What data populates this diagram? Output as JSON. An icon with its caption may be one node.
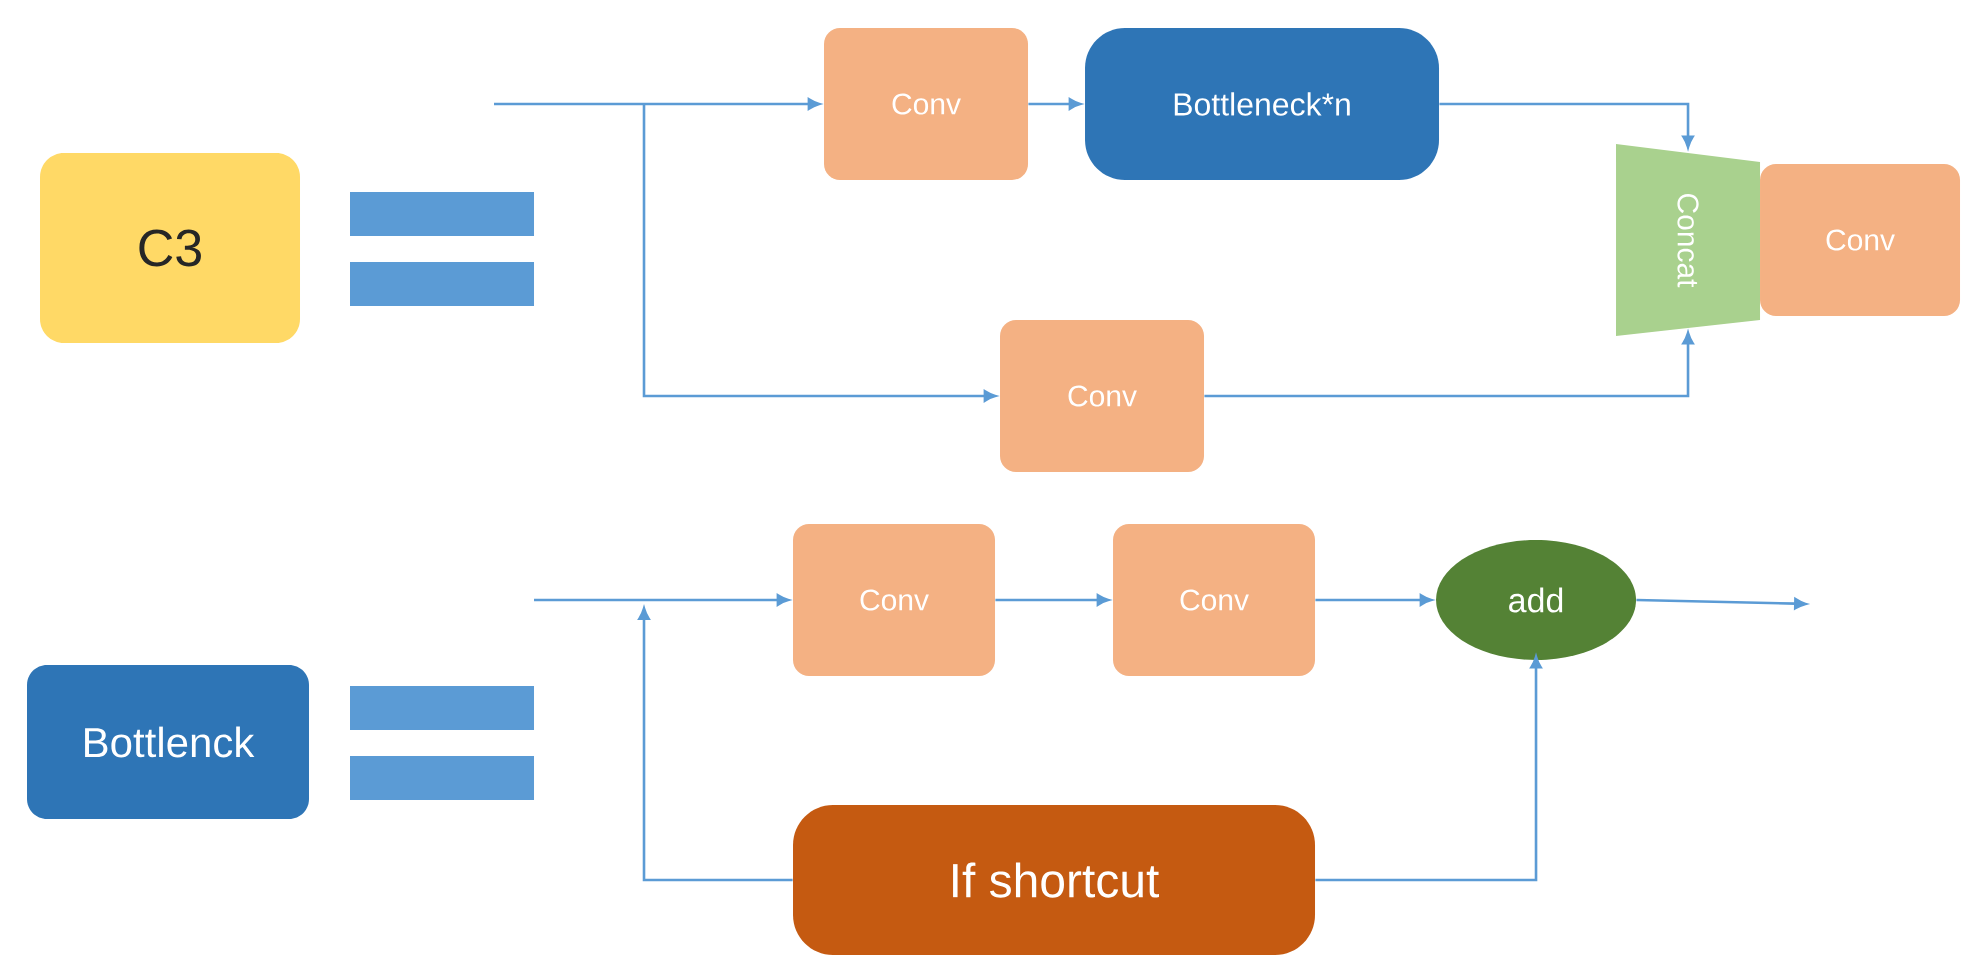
{
  "diagram": {
    "nodes": [
      {
        "text": [
          "C3"
        ]
      },
      {
        "text": [
          "Conv"
        ]
      },
      {
        "text": [
          "Bottleneck*n"
        ]
      },
      {
        "text": [
          "Concat"
        ]
      },
      {
        "text": [
          "Conv"
        ]
      },
      {
        "text": [
          "Conv"
        ]
      },
      {
        "text": [
          "Bottlenck"
        ]
      },
      {
        "text": [
          "Conv"
        ]
      },
      {
        "text": [
          "Conv"
        ]
      },
      {
        "text": [
          "add"
        ]
      },
      {
        "text": [
          "If shortcut"
        ]
      }
    ],
    "edges": [
      {
        "from": null,
        "to": 1,
        "arrow": "to"
      },
      {
        "from": null,
        "to": 5,
        "arrow": "to"
      },
      {
        "from": 1,
        "to": 2,
        "arrow": "to"
      },
      {
        "from": 2,
        "to": 3,
        "arrow": "to"
      },
      {
        "from": 5,
        "to": 3,
        "arrow": "to"
      },
      {
        "from": null,
        "to": 7,
        "arrow": "to"
      },
      {
        "from": 7,
        "to": 8,
        "arrow": "to"
      },
      {
        "from": 8,
        "to": 9,
        "arrow": "to"
      },
      {
        "from": 10,
        "to": 9,
        "arrow": "to"
      },
      {
        "from": 10,
        "to": null,
        "arrow": "to"
      },
      {
        "from": 9,
        "to": null,
        "arrow": "to"
      }
    ]
  }
}
